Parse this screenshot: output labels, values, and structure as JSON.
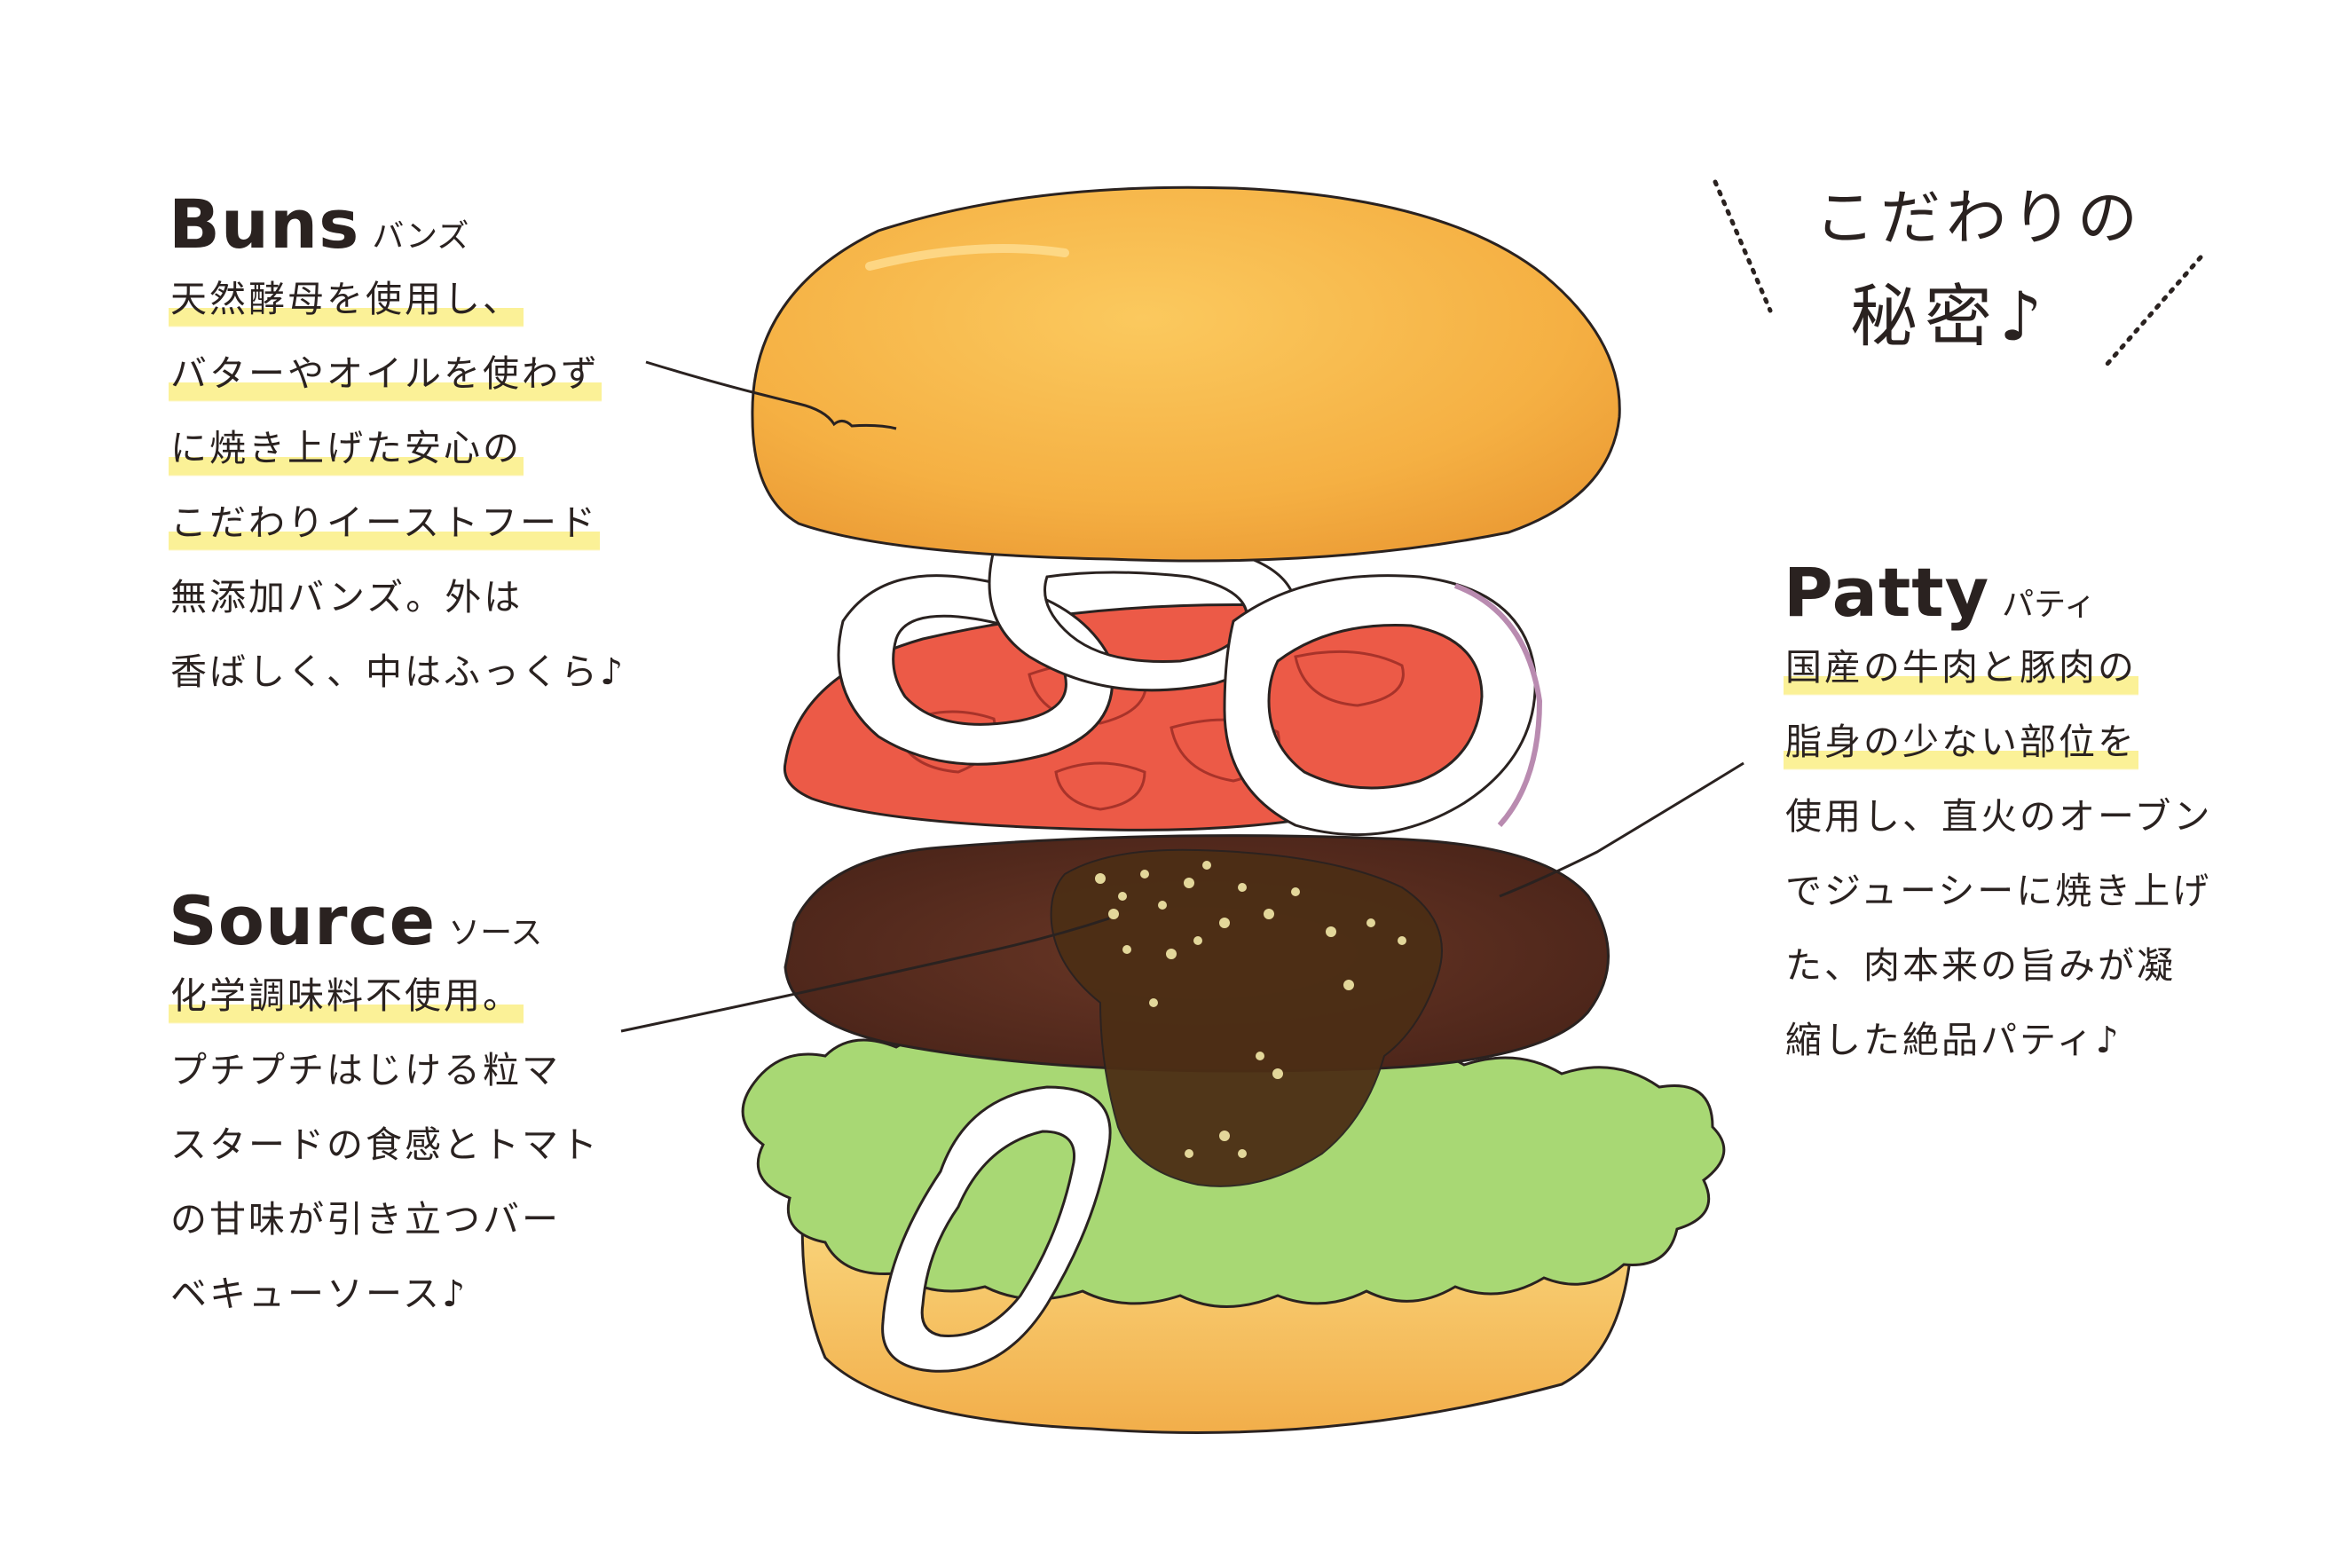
{
  "secret": {
    "line1": "こだわりの",
    "line2": "秘密♪"
  },
  "sections": [
    {
      "id": "buns",
      "title": "Buns",
      "kana": "バンズ",
      "lines": [
        {
          "text": "天然酵母を使用し、",
          "highlight": true
        },
        {
          "text": "バターやオイルを使わず",
          "highlight": true
        },
        {
          "text": "に焼き上げた安心の",
          "highlight": true
        },
        {
          "text": "こだわりイーストフード",
          "highlight": true
        },
        {
          "text": "無添加バンズ。外は",
          "highlight": false
        },
        {
          "text": "香ばしく、中はふっくら♪",
          "highlight": false
        }
      ]
    },
    {
      "id": "source",
      "title": "Source",
      "kana": "ソース",
      "lines": [
        {
          "text": "化学調味料不使用。",
          "highlight": true
        },
        {
          "text": "プチプチはじける粒マ",
          "highlight": false
        },
        {
          "text": "スタードの食感とトマト",
          "highlight": false
        },
        {
          "text": "の甘味が引き立つバー",
          "highlight": false
        },
        {
          "text": "ベキューソース♪",
          "highlight": false
        }
      ]
    },
    {
      "id": "patty",
      "title": "Patty",
      "kana": "パティ",
      "lines": [
        {
          "text": "国産の牛肉と豚肉の",
          "highlight": true
        },
        {
          "text": "脂身の少ない部位を",
          "highlight": true
        },
        {
          "text": "使用し、直火のオーブン",
          "highlight": false
        },
        {
          "text": "でジューシーに焼き上げ",
          "highlight": false
        },
        {
          "text": "た、肉本来の旨みが凝",
          "highlight": false
        },
        {
          "text": "縮した絶品パティ♪",
          "highlight": false
        }
      ]
    }
  ],
  "colors": {
    "bun": "#f7b64a",
    "tomato": "#ec5a47",
    "onion": "#b98bb0",
    "patty": "#5a2e22",
    "sauce": "#4c2e15",
    "lettuce": "#a8d874",
    "highlight": "#fbf197",
    "ink": "#2a2220"
  }
}
